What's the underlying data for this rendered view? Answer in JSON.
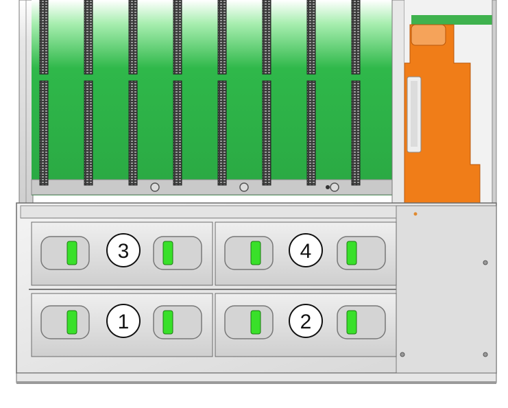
{
  "callouts": [
    {
      "id": "bay-3",
      "label": "3"
    },
    {
      "id": "bay-4",
      "label": "4"
    },
    {
      "id": "bay-1",
      "label": "1"
    },
    {
      "id": "bay-2",
      "label": "2"
    }
  ],
  "colors": {
    "board_green": "#2fb84a",
    "board_green_light": "#7ee08a",
    "latch_green": "#39e02a",
    "bracket_orange": "#f07d18",
    "chassis_gray": "#dcdcdc",
    "chassis_dark": "#6b6b6b"
  },
  "icons": [
    "dimm-slot-icon",
    "drive-latch-icon",
    "fan-bracket-icon"
  ]
}
